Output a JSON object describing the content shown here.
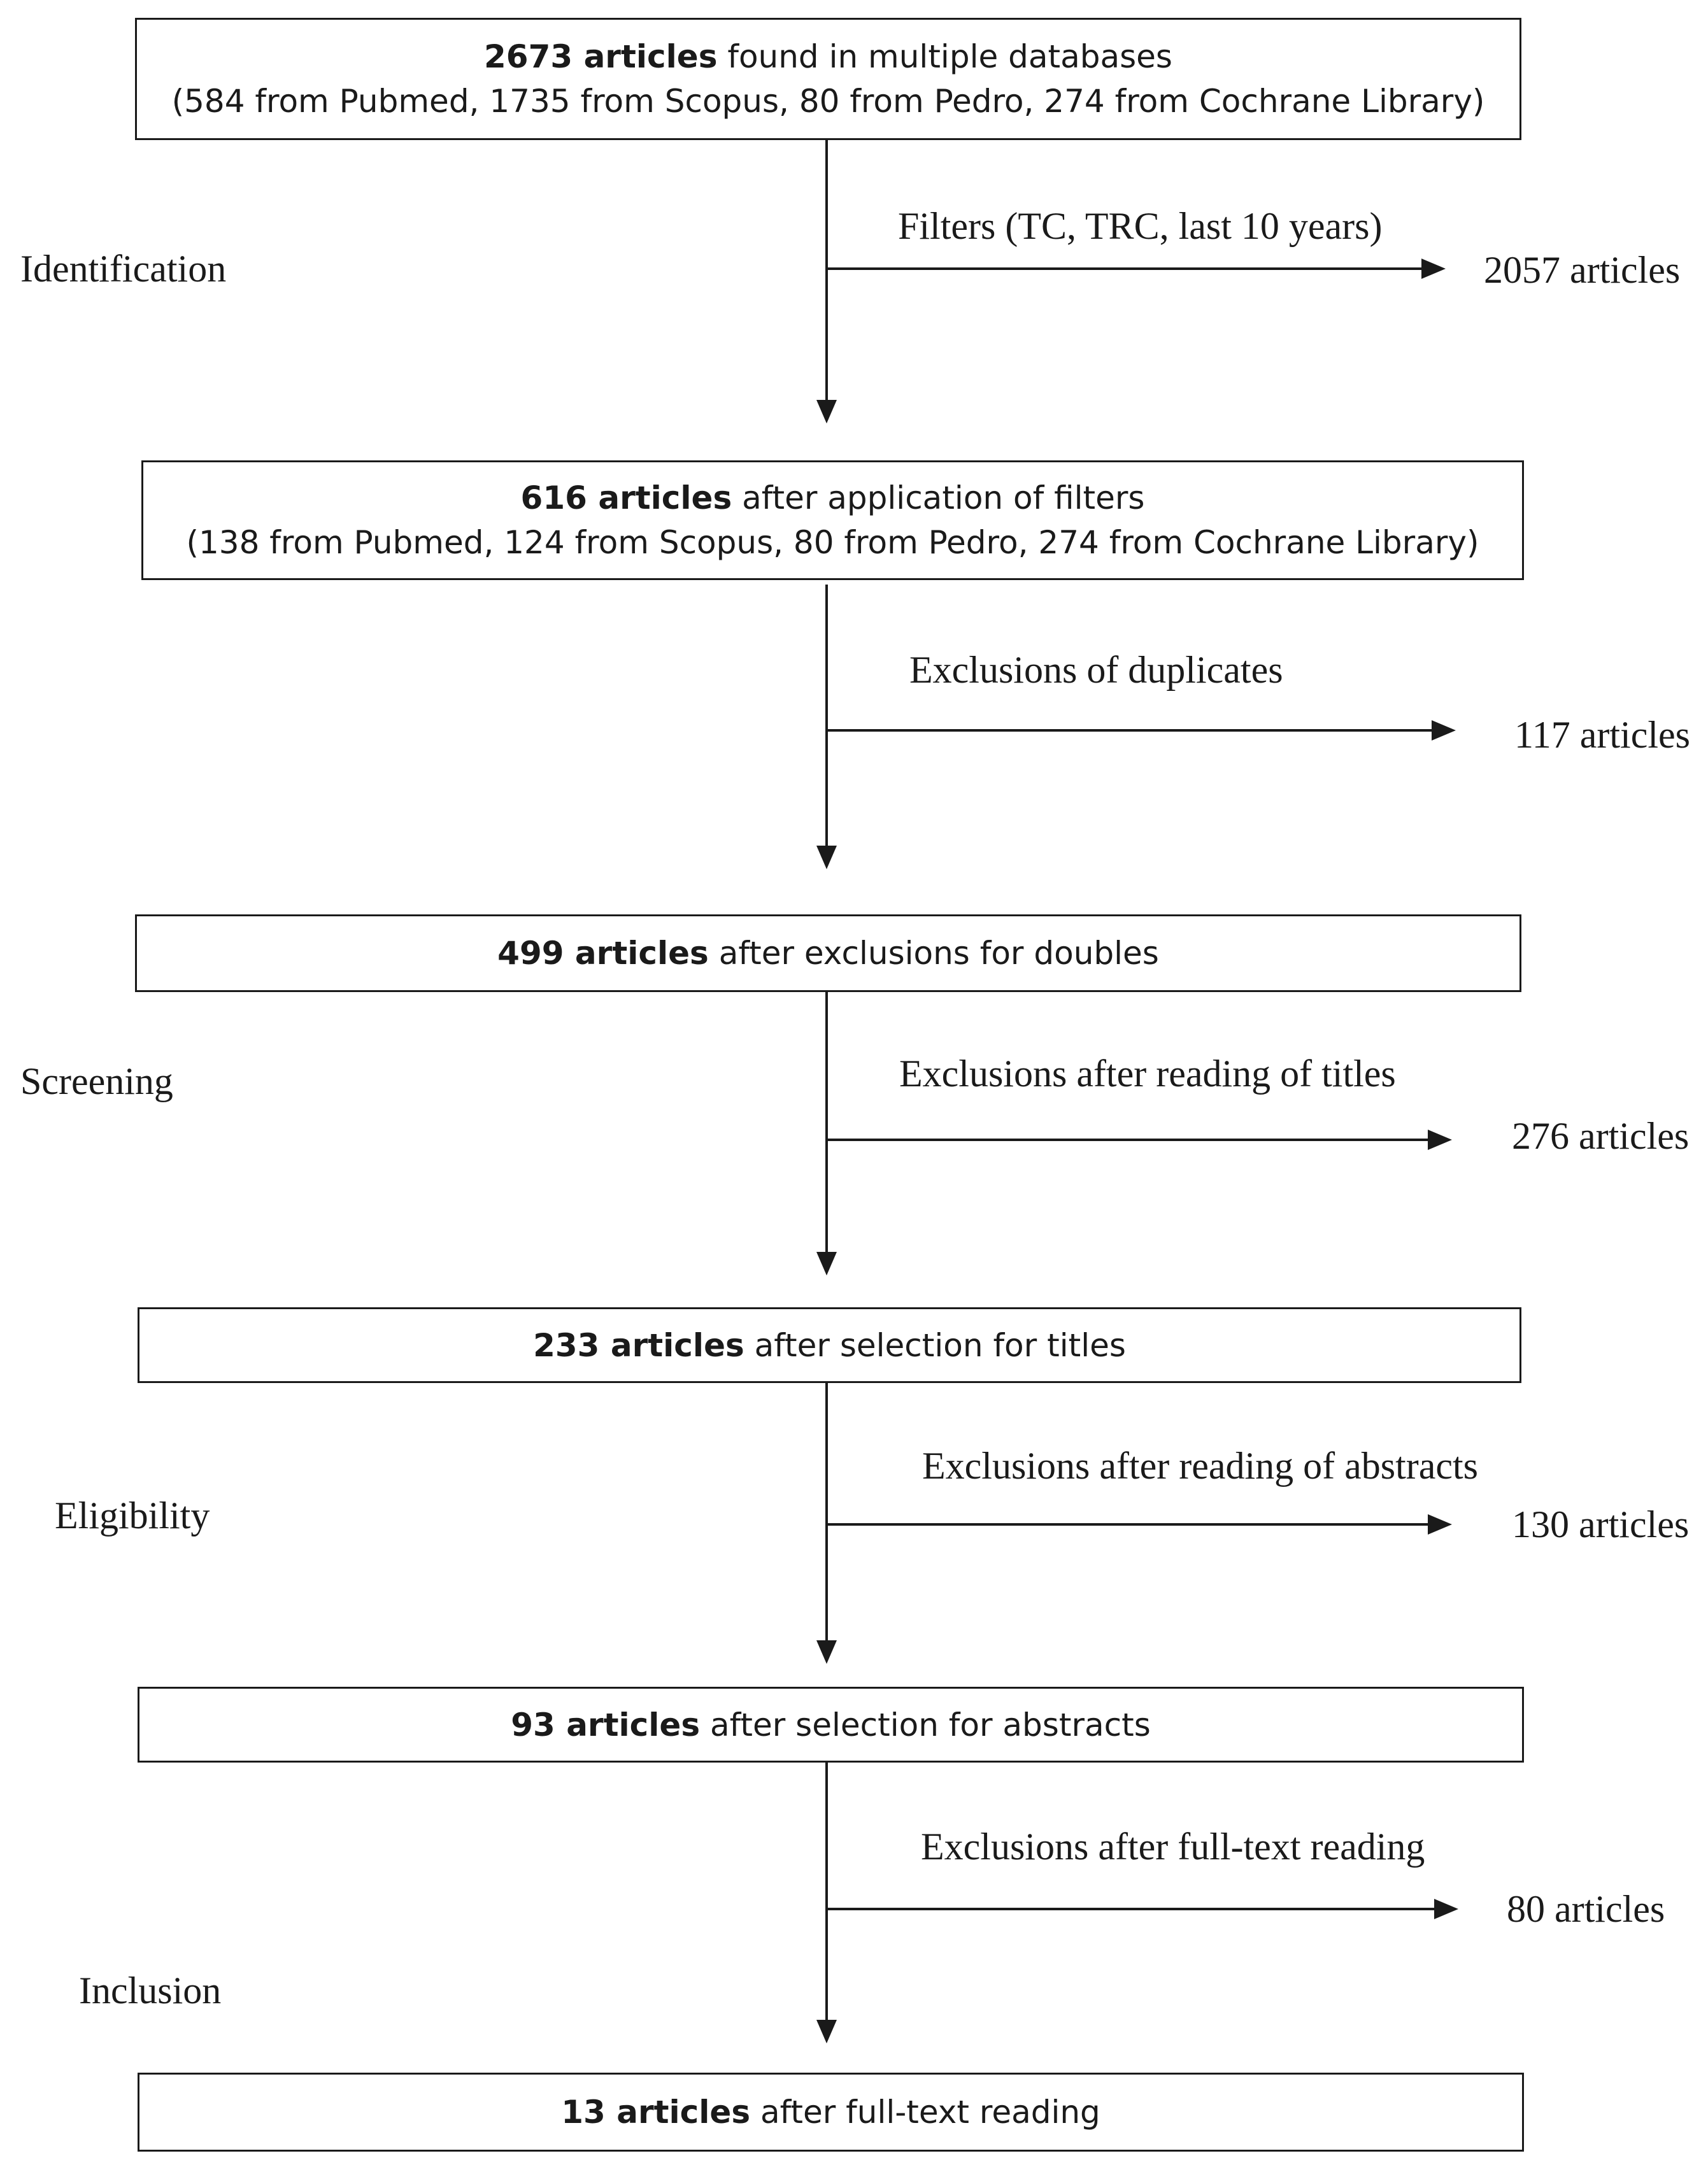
{
  "boxes": [
    {
      "count": "2673 articles",
      "text": " found in multiple databases",
      "sub": "(584 from Pubmed, 1735 from Scopus, 80 from Pedro, 274 from Cochrane Library)"
    },
    {
      "count": "616 articles",
      "text": " after application of filters",
      "sub": "(138 from Pubmed, 124 from Scopus, 80 from Pedro, 274 from Cochrane Library)"
    },
    {
      "count": "499 articles",
      "text": " after exclusions for doubles"
    },
    {
      "count": "233 articles",
      "text": " after selection for titles"
    },
    {
      "count": "93 articles",
      "text": " after selection for abstracts"
    },
    {
      "count": "13 articles",
      "text": " after full-text reading"
    }
  ],
  "exclusions": [
    {
      "label": "Filters (TC, TRC, last 10 years)",
      "count": "2057 articles"
    },
    {
      "label": "Exclusions of duplicates",
      "count": "117 articles"
    },
    {
      "label": "Exclusions after reading of titles",
      "count": "276 articles"
    },
    {
      "label": "Exclusions after reading of abstracts",
      "count": "130 articles"
    },
    {
      "label": "Exclusions after full-text reading",
      "count": "80 articles"
    }
  ],
  "stages": [
    "Identification",
    "Screening",
    "Eligibility",
    "Inclusion"
  ]
}
